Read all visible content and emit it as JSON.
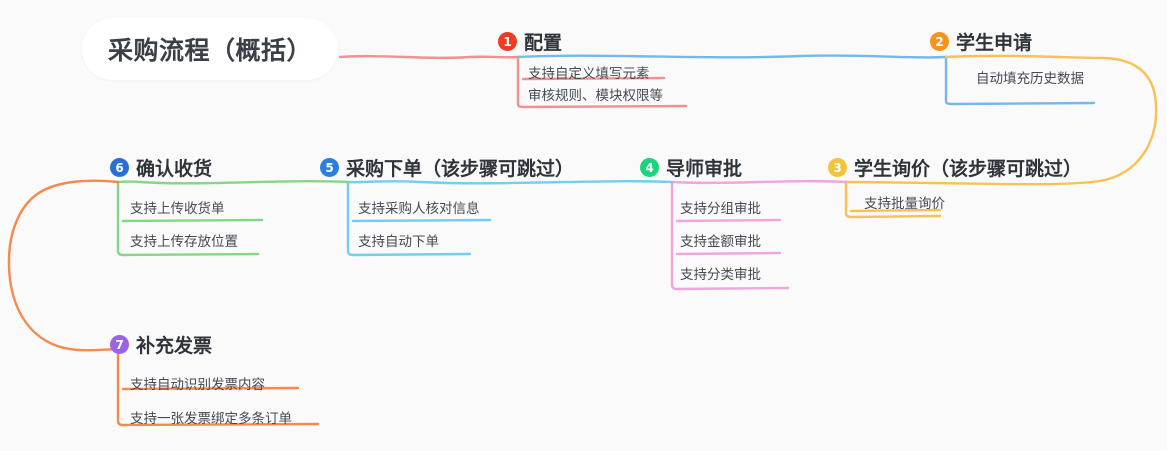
{
  "diagram": {
    "title": "采购流程（概括）",
    "background_color": "#fafafa",
    "type": "mind-map",
    "steps": [
      {
        "number": "1",
        "label": "配置",
        "badge_color": "#ef3b24",
        "line_color": "#f4908f",
        "leaves": [
          "支持自定义填写元素",
          "审核规则、模块权限等"
        ]
      },
      {
        "number": "2",
        "label": "学生申请",
        "badge_color": "#f7941e",
        "line_color": "#76b8ea",
        "leaves": [
          "自动填充历史数据"
        ]
      },
      {
        "number": "3",
        "label": "学生询价（该步骤可跳过）",
        "badge_color": "#f5c33b",
        "line_color": "#f8c153",
        "leaves": [
          "支持批量询价"
        ]
      },
      {
        "number": "4",
        "label": "导师审批",
        "badge_color": "#19d57f",
        "line_color": "#f0a5dd",
        "leaves": [
          "支持分组审批",
          "支持金额审批",
          "支持分类审批"
        ]
      },
      {
        "number": "5",
        "label": "采购下单（该步骤可跳过）",
        "badge_color": "#2a7fdc",
        "line_color": "#74cdee",
        "leaves": [
          "支持采购人核对信息",
          "支持自动下单"
        ]
      },
      {
        "number": "6",
        "label": "确认收货",
        "badge_color": "#2a6fd4",
        "line_color": "#86d686",
        "leaves": [
          "支持上传收货单",
          "支持上传存放位置"
        ]
      },
      {
        "number": "7",
        "label": "补充发票",
        "badge_color": "#9a63e8",
        "line_color": "#f58a4f",
        "leaves": [
          "支持自动识别发票内容",
          "支持一张发票绑定多条订单"
        ]
      }
    ]
  }
}
